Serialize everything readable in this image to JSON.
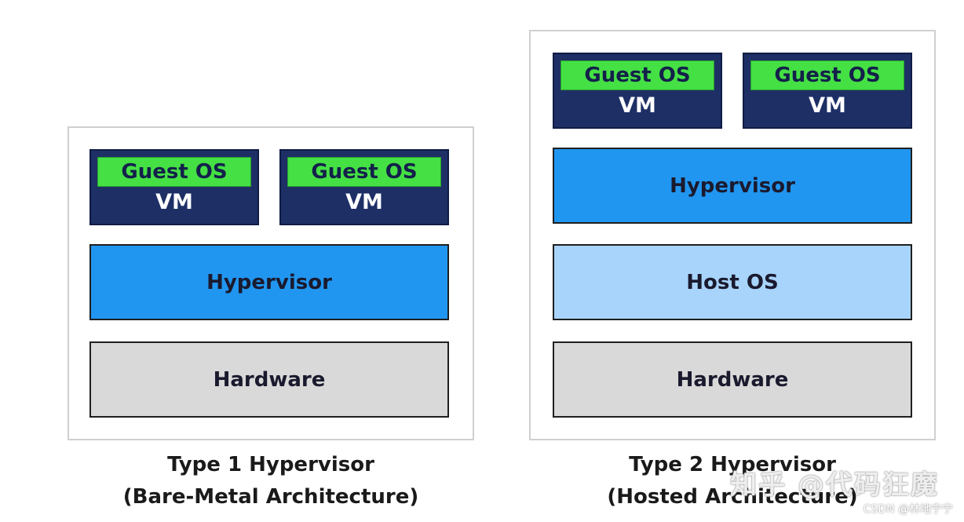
{
  "type1": {
    "vms": [
      {
        "guest_os": "Guest OS",
        "vm": "VM"
      },
      {
        "guest_os": "Guest OS",
        "vm": "VM"
      }
    ],
    "hypervisor": "Hypervisor",
    "hardware": "Hardware",
    "caption_line1": "Type 1 Hypervisor",
    "caption_line2": "(Bare-Metal Architecture)"
  },
  "type2": {
    "vms": [
      {
        "guest_os": "Guest OS",
        "vm": "VM"
      },
      {
        "guest_os": "Guest OS",
        "vm": "VM"
      }
    ],
    "hypervisor": "Hypervisor",
    "host_os": "Host OS",
    "hardware": "Hardware",
    "caption_line1": "Type 2 Hypervisor",
    "caption_line2": "(Hosted Architecture)"
  },
  "watermark": "知乎 @代码狂魔",
  "credit": "CSDN @林地宁宁",
  "colors": {
    "vm": "#1e2f66",
    "guest_os": "#44e044",
    "hypervisor": "#2196f0",
    "host_os": "#a8d4fb",
    "hardware": "#d9d9d9"
  }
}
